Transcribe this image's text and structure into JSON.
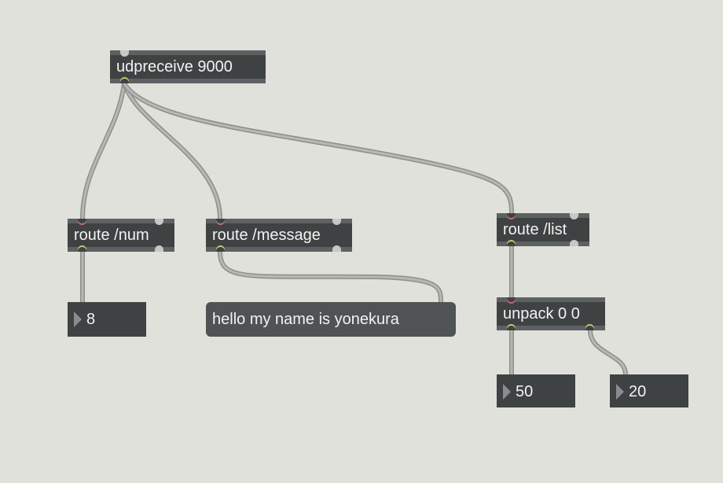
{
  "patcher": {
    "objects": {
      "udpreceive": "udpreceive 9000",
      "route_num": "route /num",
      "route_message": "route /message",
      "route_list": "route /list",
      "unpack": "unpack 0 0"
    },
    "number_boxes": {
      "num_out": "8",
      "unpack_left": "50",
      "unpack_right": "20"
    },
    "message_boxes": {
      "message_out": "hello my name is yonekura"
    }
  },
  "colors": {
    "canvas": "#e1e1dc",
    "object_fill": "#3f4243",
    "object_border": "#5e6163",
    "cable": "#a8a8a4",
    "text": "#f2f2f2"
  }
}
